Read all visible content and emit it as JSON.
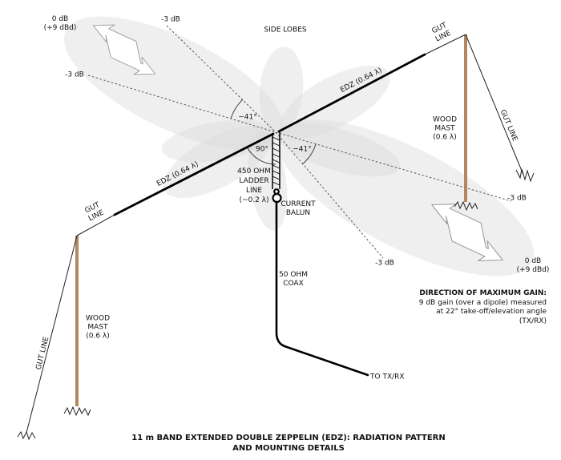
{
  "colors": {
    "mast": "#b1885e",
    "lobe": "#dcdcdc",
    "wire": "#000000",
    "dash": "#555555",
    "text": "#111111"
  },
  "title": {
    "line1": "11 m BAND EXTENDED DOUBLE ZEPPELIN (EDZ): RADIATION PATTERN",
    "line2": "AND MOUNTING DETAILS"
  },
  "pattern": {
    "side_lobes": "SIDE LOBES",
    "max_gain_0db": "0 dB",
    "max_gain_9dbd": "(+9 dBd)",
    "minus_3db": "-3 dB",
    "beamwidth": "~41°",
    "right_angle": "90°",
    "gain_note_title": "DIRECTION OF MAXIMUM GAIN:",
    "gain_note_line2": "9 dB gain (over a dipole) measured",
    "gain_note_line3": "at 22° take-off/elevation angle",
    "gain_note_line4": "(TX/RX)"
  },
  "antenna": {
    "edz_wire": "EDZ (0.64 λ)",
    "gut": "GUT",
    "line": "LINE",
    "gut_line": "GUT LINE",
    "wood_mast_1": "WOOD",
    "wood_mast_2": "MAST",
    "wood_mast_3": "(0.6 λ)",
    "ladder_1": "450 OHM",
    "ladder_2": "LADDER",
    "ladder_3": "LINE",
    "ladder_4": "(~0.2 λ)",
    "balun_1": "CURRENT",
    "balun_2": "BALUN",
    "coax_1": "50 OHM",
    "coax_2": "COAX",
    "to_txrx": "TO TX/RX"
  }
}
